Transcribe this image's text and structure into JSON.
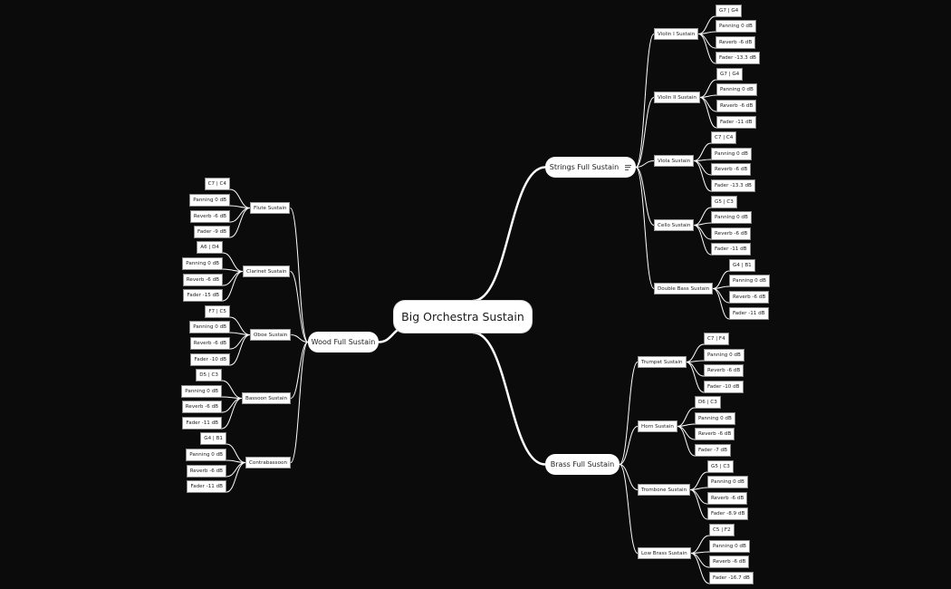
{
  "colors": {
    "background": "#0b0b0b",
    "node_fill": "#ffffff",
    "line": "#ffffff",
    "text": "#222222"
  },
  "root": {
    "label": "Big Orchestra Sustain"
  },
  "branches": [
    {
      "label": "Strings Full Sustain",
      "icon": "menu-lines-icon",
      "children": [
        {
          "label": "Violin I Sustain",
          "leaves": [
            "G7 | G4",
            "Panning 0 dB",
            "Reverb -6 dB",
            "Fader -13.3 dB"
          ]
        },
        {
          "label": "Violin II Sustain",
          "leaves": [
            "G7 | G4",
            "Panning 0 dB",
            "Reverb -6 dB",
            "Fader -11 dB"
          ]
        },
        {
          "label": "Viola Sustain",
          "leaves": [
            "C7 | C4",
            "Panning 0 dB",
            "Reverb -6 dB",
            "Fader -13.3 dB"
          ]
        },
        {
          "label": "Cello Sustain",
          "leaves": [
            "G5 | C3",
            "Panning 0 dB",
            "Reverb -6 dB",
            "Fader -11 dB"
          ]
        },
        {
          "label": "Double Bass Sustain",
          "leaves": [
            "G4 | B1",
            "Panning 0 dB",
            "Reverb -6 dB",
            "Fader -11 dB"
          ]
        }
      ]
    },
    {
      "label": "Brass Full Sustain",
      "children": [
        {
          "label": "Trumpet Sustain",
          "leaves": [
            "C7 | F4",
            "Panning 0 dB",
            "Reverb -6 dB",
            "Fader -10 dB"
          ]
        },
        {
          "label": "Horn Sustain",
          "leaves": [
            "D6 | C3",
            "Panning 0 dB",
            "Reverb -6 dB",
            "Fader -7 dB"
          ]
        },
        {
          "label": "Trombone Sustain",
          "leaves": [
            "G5 | C3",
            "Panning 0 dB",
            "Reverb -6 dB",
            "Fader -8.9 dB"
          ]
        },
        {
          "label": "Low Brass Sustain",
          "leaves": [
            "C5 | F2",
            "Panning 0 dB",
            "Reverb -6 dB",
            "Fader -16.7 dB"
          ]
        }
      ]
    },
    {
      "label": "Wood Full Sustain",
      "children": [
        {
          "label": "Flute Sustain",
          "leaves": [
            "C7 | C4",
            "Panning 0 dB",
            "Reverb -6 dB",
            "Fader -9 dB"
          ]
        },
        {
          "label": "Clarinet Sustain",
          "leaves": [
            "A6 | D4",
            "Panning 0 dB",
            "Reverb -6 dB",
            "Fader -15 dB"
          ]
        },
        {
          "label": "Oboe Sustain",
          "leaves": [
            "F7 | C5",
            "Panning 0 dB",
            "Reverb -6 dB",
            "Fader -10 dB"
          ]
        },
        {
          "label": "Bassoon Sustain",
          "leaves": [
            "D5 | C3",
            "Panning 0 dB",
            "Reverb -6 dB",
            "Fader -11 dB"
          ]
        },
        {
          "label": "Contrabassoon",
          "leaves": [
            "G4 | B1",
            "Panning 0 dB",
            "Reverb -6 dB",
            "Fader -11 dB"
          ]
        }
      ]
    }
  ]
}
